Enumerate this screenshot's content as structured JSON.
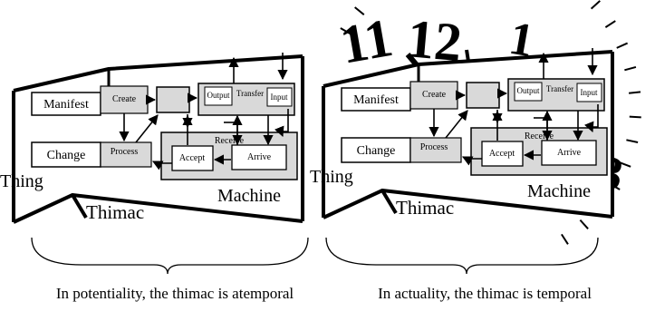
{
  "panels": [
    {
      "labels": {
        "manifest": "Manifest",
        "change": "Change",
        "create": "Create",
        "process": "Process",
        "output": "Output",
        "transfer": "Transfer",
        "input": "Input",
        "receive": "Receive",
        "accept": "Accept",
        "arrive": "Arrive",
        "thing": "Thing",
        "machine": "Machine",
        "thimac": "Thimac"
      },
      "caption": "In potentiality, the thimac is atemporal",
      "clock_background": false
    },
    {
      "labels": {
        "manifest": "Manifest",
        "change": "Change",
        "create": "Create",
        "process": "Process",
        "output": "Output",
        "transfer": "Transfer",
        "input": "Input",
        "receive": "Receive",
        "accept": "Accept",
        "arrive": "Arrive",
        "thing": "Thing",
        "machine": "Machine",
        "thimac": "Thimac"
      },
      "caption": "In actuality, the thimac is temporal",
      "clock_background": true
    }
  ],
  "colors": {
    "stroke": "#000000",
    "box_fill": "#d9d9d9",
    "background": "#ffffff"
  }
}
